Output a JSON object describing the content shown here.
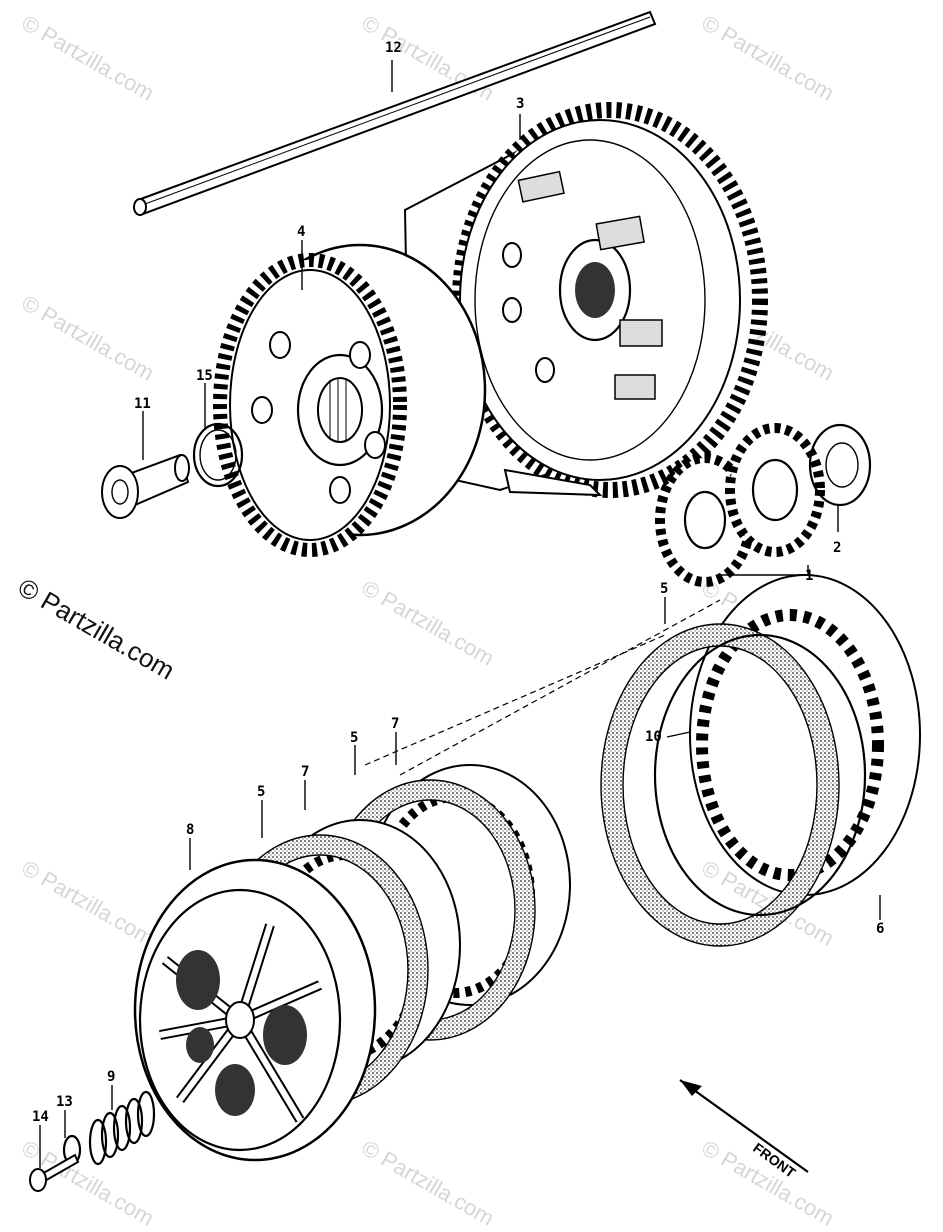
{
  "copyright": "© Partzilla.com",
  "watermark": "© Partzilla.com",
  "front_label": "FRONT",
  "callouts": {
    "c1": "1",
    "c2": "2",
    "c3": "3",
    "c4": "4",
    "c5a": "5",
    "c5b": "5",
    "c5c": "5",
    "c6": "6",
    "c7a": "7",
    "c7b": "7",
    "c8": "8",
    "c9": "9",
    "c10": "10",
    "c11": "11",
    "c12": "12",
    "c13": "13",
    "c14": "14",
    "c15": "15"
  }
}
